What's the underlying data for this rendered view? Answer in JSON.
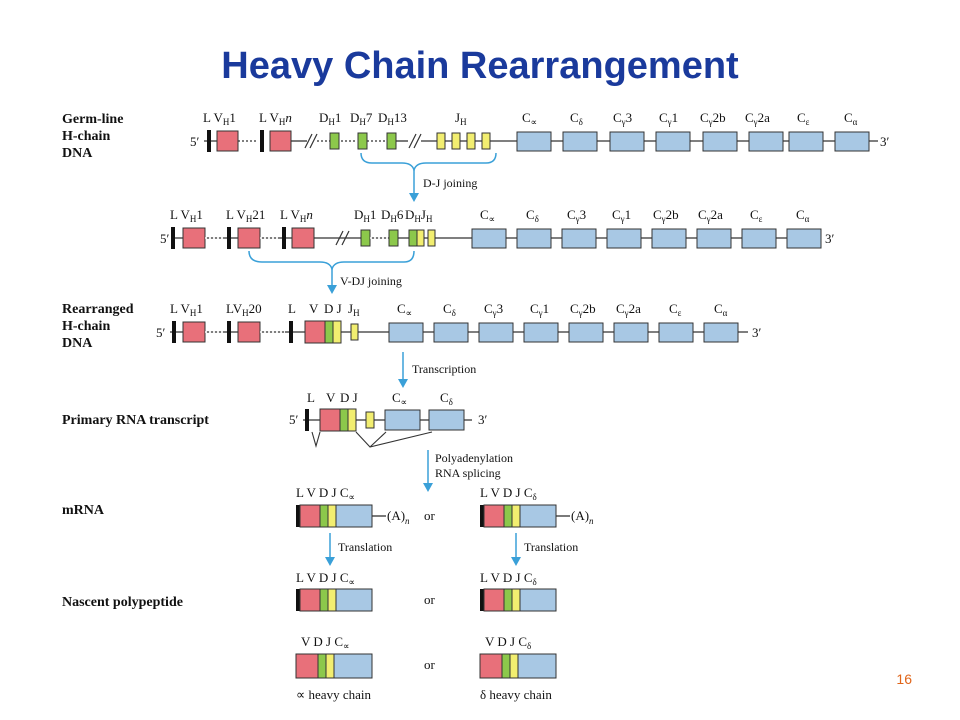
{
  "title": "Heavy Chain Rearrangement",
  "page_number": "16",
  "row_labels": {
    "germline": [
      "Germ-line",
      "H-chain",
      "DNA"
    ],
    "rearranged": [
      "Rearranged",
      "H-chain",
      "DNA"
    ],
    "primary": "Primary RNA transcript",
    "mrna": "mRNA",
    "nascent": "Nascent polypeptide"
  },
  "steps": {
    "dj": "D-J joining",
    "vdj": "V-DJ joining",
    "transcription": "Transcription",
    "poly1": "Polyadenylation",
    "poly2": "RNA splicing",
    "translation": "Translation"
  },
  "ends": {
    "five": "5′",
    "three": "3′"
  },
  "polyA": "(A)",
  "polyA_sub": "n",
  "or": "or",
  "chain_labels": {
    "alpha": "∝ heavy chain",
    "delta": "δ heavy chain"
  },
  "colors": {
    "v": "#e8707a",
    "d": "#8cc84b",
    "j": "#f2ee70",
    "c": "#a8c8e4",
    "leader": "#111111",
    "arrow": "#3aa0d8",
    "outline": "#333333"
  }
}
